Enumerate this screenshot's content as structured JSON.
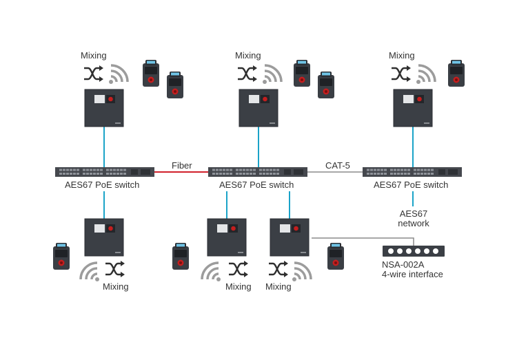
{
  "labels": {
    "mixing": [
      "Mixing",
      "Mixing",
      "Mixing",
      "Mixing",
      "Mixing",
      "Mixing"
    ],
    "switch": [
      "AES67 PoE switch",
      "AES67 PoE switch",
      "AES67 PoE switch"
    ],
    "fiber": "Fiber",
    "cat5": "CAT-5",
    "aes67_network": [
      "AES67",
      "network"
    ],
    "nsa": [
      "NSA-002A",
      "4-wire interface"
    ]
  },
  "colors": {
    "device_body": "#3b3f45",
    "switch_body": "#45484e",
    "link_blue": "#1aa3c8",
    "fiber_red": "#d11f2a",
    "cat5_gray": "#8a8a8a",
    "wifi_gray": "#9c9c9c",
    "icon_dark": "#2f2f2f",
    "beltpack_red": "#c41e1e"
  },
  "icons": [
    "crossfade-icon",
    "wifi-icon",
    "beltpack-icon",
    "base-station-icon",
    "switch-icon",
    "interface-icon"
  ]
}
